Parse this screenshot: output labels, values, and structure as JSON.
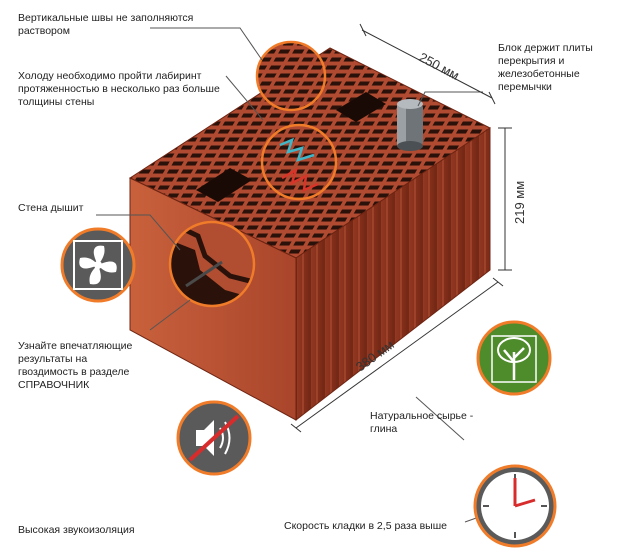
{
  "labels": {
    "vertical_seams": "Вертикальные швы не заполняются раствором",
    "labyrinth": "Холоду необходимо пройти лабиринт протяженностью в несколько раз больше толщины стены",
    "breathing": "Стена дышит",
    "nails": [
      "Узнайте впечатляющие",
      "результаты на",
      "гвоздимость в разделе",
      "СПРАВОЧНИК"
    ],
    "sound": "Высокая звукоизоляция",
    "holds": "Блок держит плиты перекрытия и железобетонные перемычки",
    "natural": "Натуральное сырье - глина",
    "speed": "Скорость кладки в 2,5 раза выше"
  },
  "dimensions": {
    "width": "250 мм",
    "height": "219 мм",
    "length": "380 мм"
  },
  "icons": [
    "fan-icon",
    "mute-speaker-icon",
    "tree-icon",
    "clock-icon"
  ],
  "colors": {
    "accent": "#f07c2a",
    "brick": "#a8442a",
    "brick_dark": "#6e2412",
    "icon_gray": "#5a5a5a",
    "icon_green": "#4e8b2a",
    "mute_red": "#d82c2c"
  }
}
